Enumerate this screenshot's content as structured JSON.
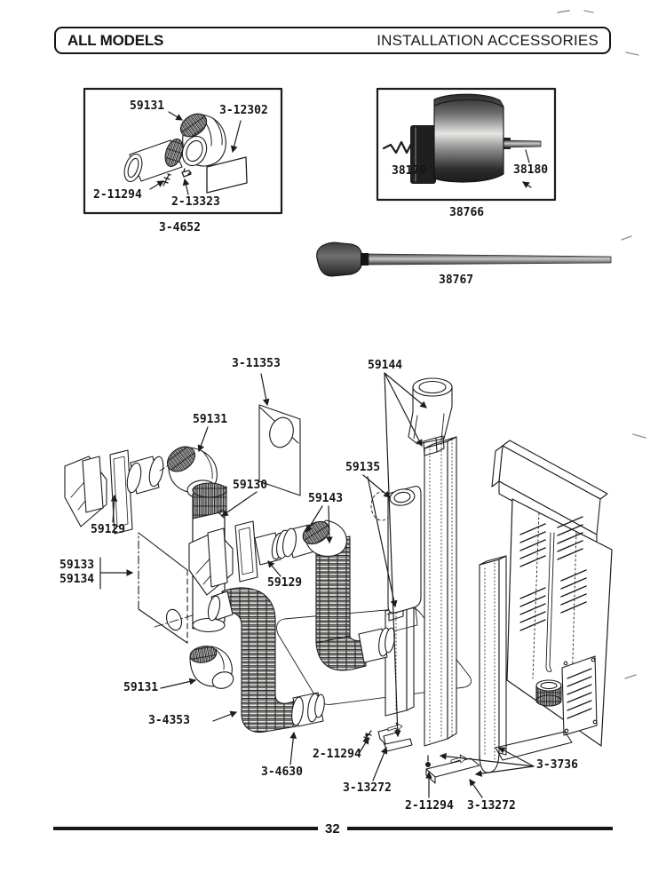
{
  "page": {
    "number": "32",
    "paper_color": "#ffffff",
    "ink_color": "#1c1c1c"
  },
  "header": {
    "left_title": "ALL MODELS",
    "right_title": "INSTALLATION ACCESSORIES"
  },
  "figures": {
    "elbow_kit": {
      "caption": "3-4652",
      "callouts": {
        "elbow": "59131",
        "deflector_plate": "3-12302",
        "screw": "2-11294",
        "clamp": "2-13323"
      }
    },
    "hole_saw": {
      "caption": "38766",
      "callouts": {
        "saw_cup": "38179",
        "pilot_shaft": "38180"
      }
    },
    "bit_extension": {
      "caption": "38767"
    }
  },
  "diagram": {
    "callouts": {
      "wall_plate": "3-11353",
      "adapter": "59144",
      "elbow_upper": "59131",
      "rigid_duct": "59130",
      "flex_elbow": "59143",
      "oval_duct": "59135",
      "vent_hood_left": "59129",
      "panel_a": "59133",
      "panel_b": "59134",
      "vent_hood_center": "59129",
      "elbow_lower": "59131",
      "flex_hose": "3-4353",
      "hose_clamp": "3-4630",
      "screw_a": "2-11294",
      "bracket_a": "3-13272",
      "screw_b": "2-11294",
      "bracket_b": "3-13272",
      "duct_kit": "3-3736"
    }
  }
}
